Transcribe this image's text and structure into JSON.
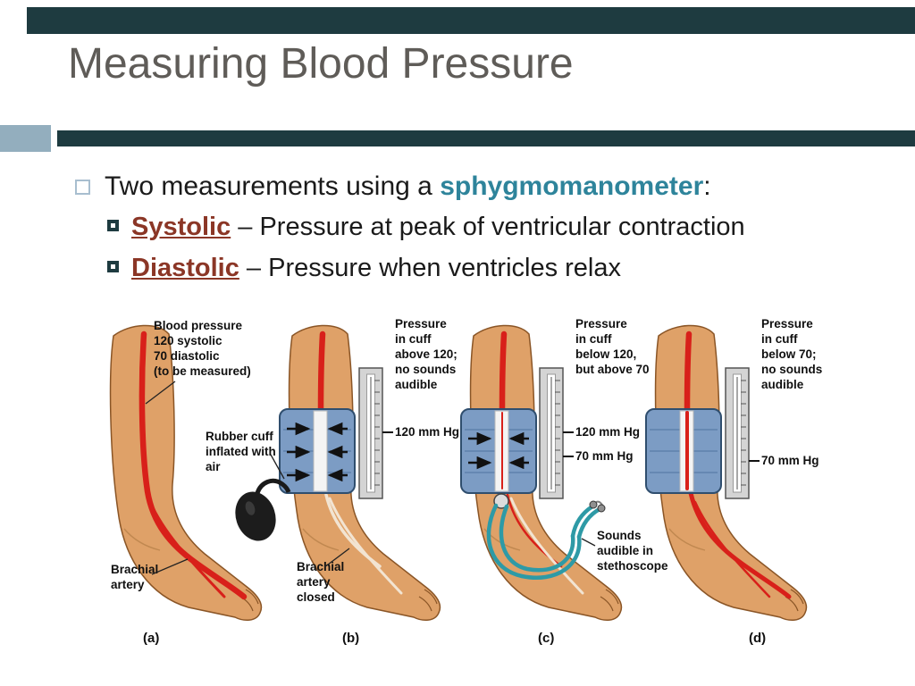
{
  "slide": {
    "title": "Measuring Blood Pressure",
    "bullet": {
      "before": "Two measurements using a ",
      "highlight": "sphygmomanometer",
      "after": ":"
    },
    "sub_bullets": [
      {
        "term": "Systolic",
        "rest": " – Pressure at peak of ventricular contraction"
      },
      {
        "term": "Diastolic",
        "rest": " – Pressure when ventricles relax"
      }
    ]
  },
  "diagram": {
    "panel_a": {
      "caption": "(a)",
      "bp_label": [
        "Blood pressure",
        "120 systolic",
        "70 diastolic",
        "(to be measured)"
      ],
      "artery_label": [
        "Brachial",
        "artery"
      ]
    },
    "panel_b": {
      "caption": "(b)",
      "cuff_label": [
        "Rubber cuff",
        "inflated with",
        "air"
      ],
      "pressure_label": [
        "Pressure",
        "in cuff",
        "above 120;",
        "no sounds",
        "audible"
      ],
      "reading": "120 mm Hg",
      "artery_label": [
        "Brachial",
        "artery",
        "closed"
      ]
    },
    "panel_c": {
      "caption": "(c)",
      "pressure_label": [
        "Pressure",
        "in cuff",
        "below 120,",
        "but above 70"
      ],
      "reading_high": "120 mm Hg",
      "reading_low": "70 mm Hg",
      "sounds_label": [
        "Sounds",
        "audible in",
        "stethoscope"
      ]
    },
    "panel_d": {
      "caption": "(d)",
      "pressure_label": [
        "Pressure",
        "in cuff",
        "below 70;",
        "no sounds",
        "audible"
      ],
      "reading": "70 mm Hg"
    }
  },
  "theme": {
    "bar_color": "#1E3B40",
    "accent_block_color": "#93AEBE",
    "title_color": "#5F5C58",
    "highlight_color": "#2E849B",
    "term_color": "#8B3626",
    "artery_color": "#D8201A",
    "cuff_color": "#7C9CC4",
    "skin_color": "#DFA168",
    "stethoscope_color": "#2E9AA6"
  }
}
